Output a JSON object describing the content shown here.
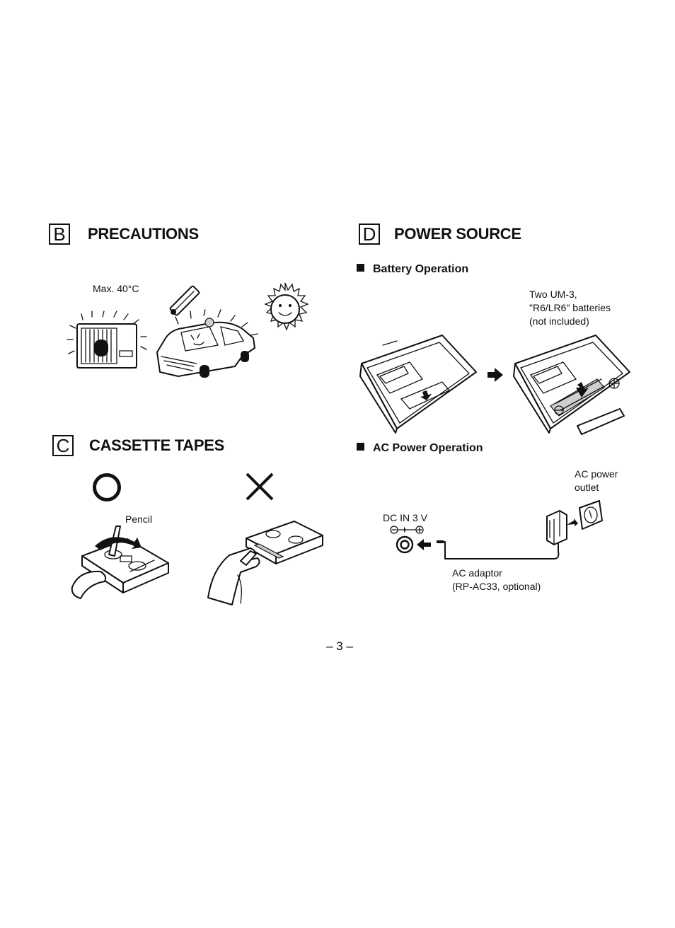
{
  "sections": {
    "b": {
      "letter": "B",
      "title": "PRECAUTIONS",
      "max_temp": "Max. 40°C"
    },
    "c": {
      "letter": "C",
      "title": "CASSETTE TAPES",
      "pencil": "Pencil"
    },
    "d": {
      "letter": "D",
      "title": "POWER SOURCE",
      "battery_heading": "Battery Operation",
      "battery_caption": [
        "Two UM-3,",
        "\"R6/LR6\" batteries",
        "(not included)"
      ],
      "ac_heading": "AC Power Operation",
      "outlet_caption": [
        "AC power",
        "outlet"
      ],
      "dc_label": "DC IN 3 V",
      "adaptor_caption": [
        "AC adaptor",
        "(RP-AC33, optional)"
      ]
    }
  },
  "page_number": "– 3 –"
}
